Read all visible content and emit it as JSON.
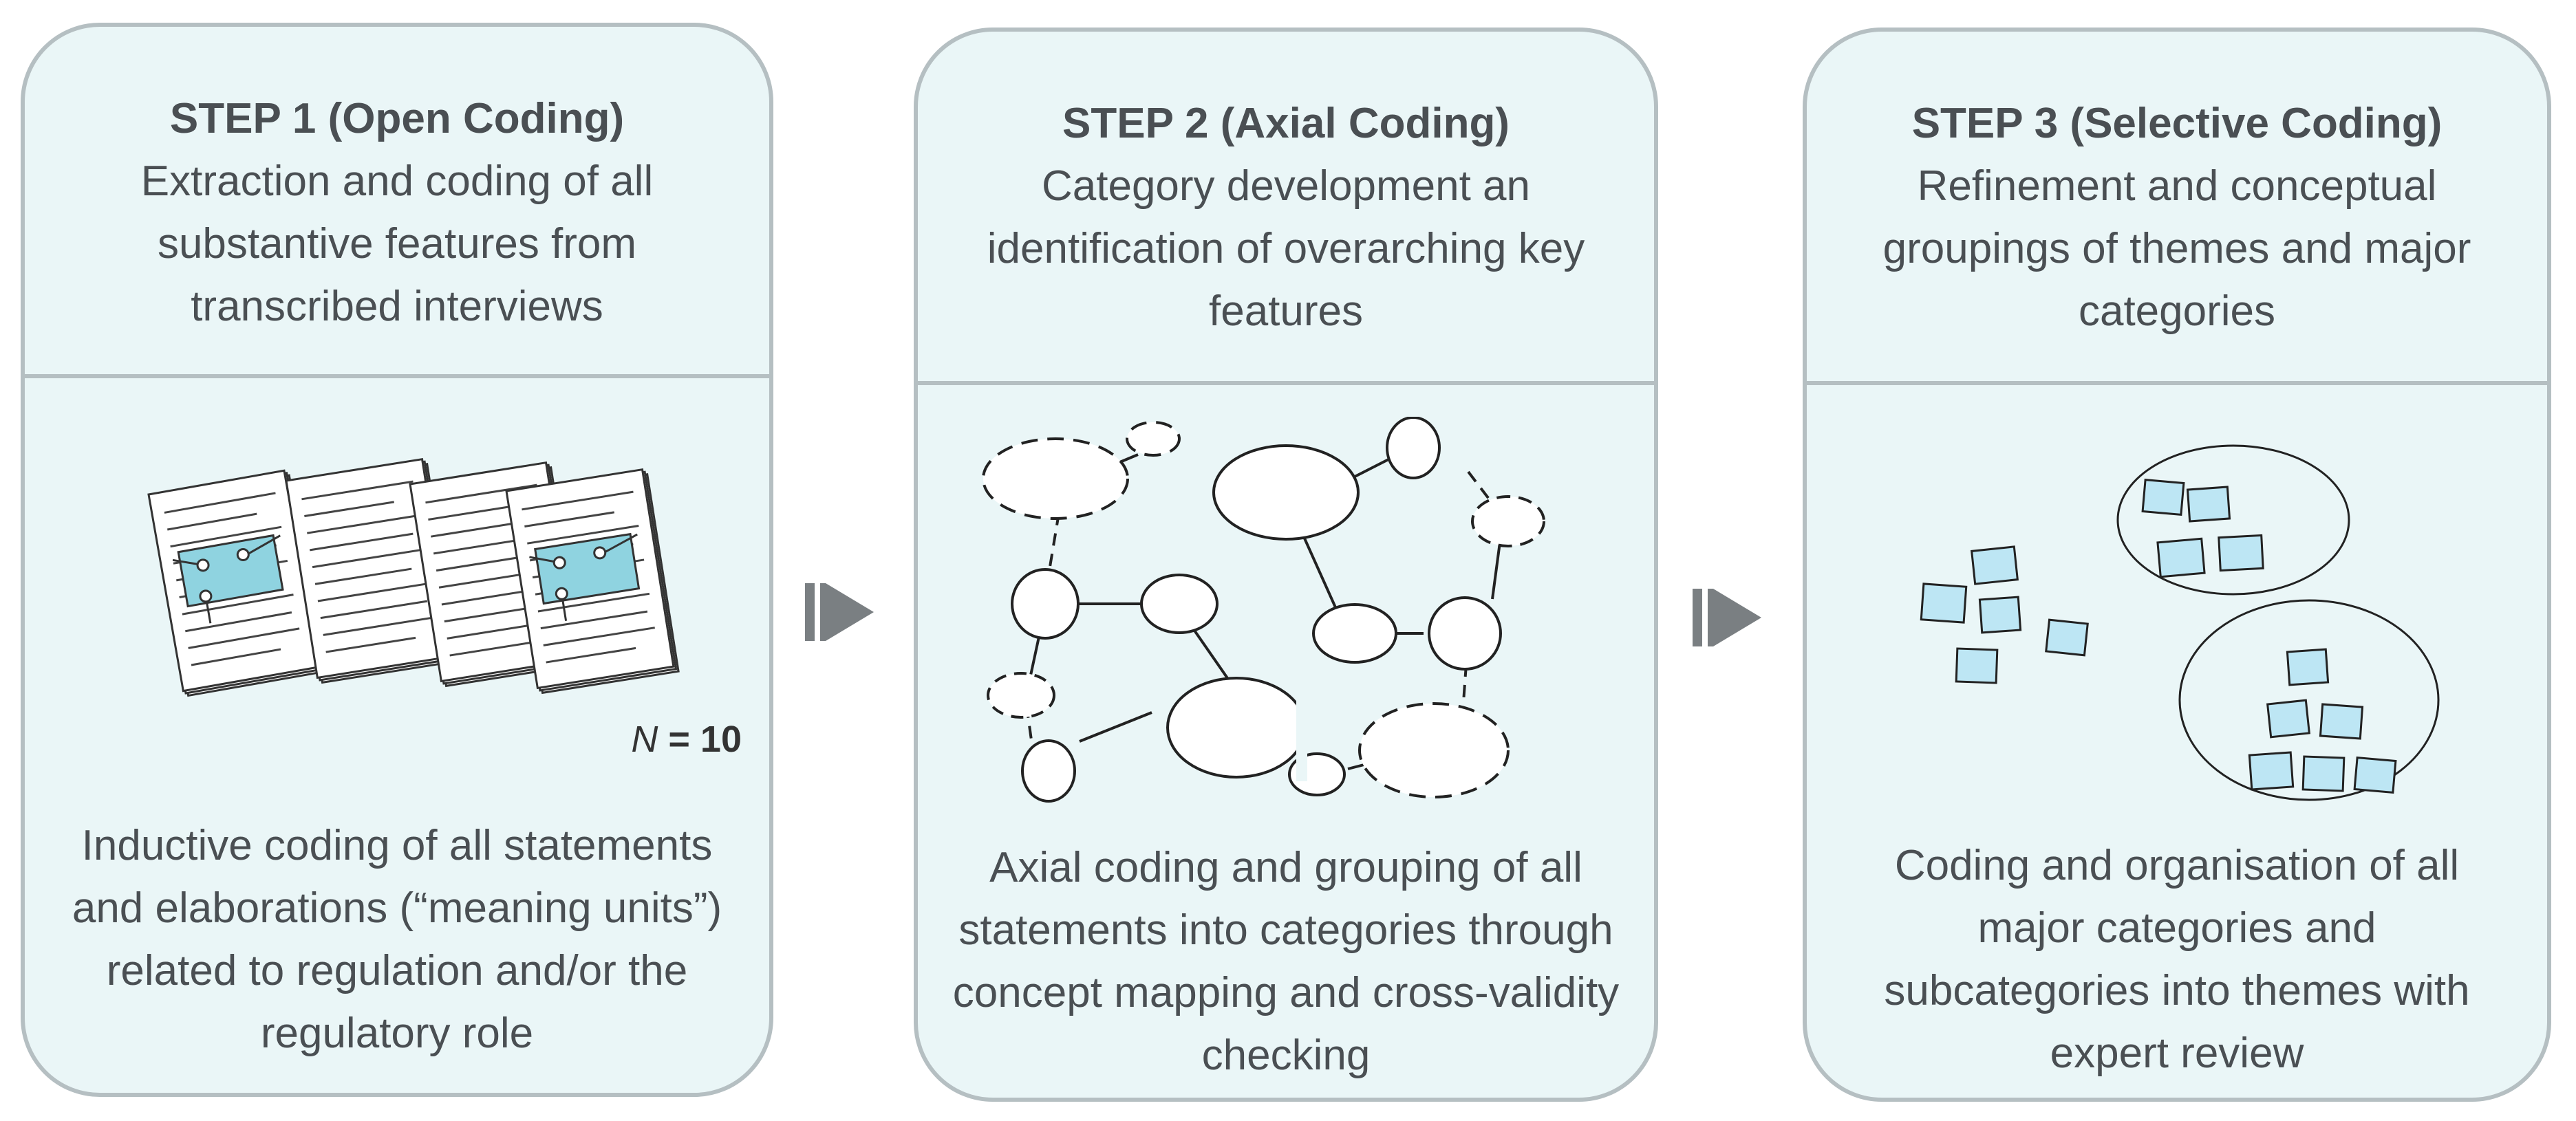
{
  "steps": [
    {
      "title": "STEP 1 (Open Coding)",
      "description": "Extraction and coding of all substantive features from transcribed interviews",
      "sample_label_var": "N",
      "sample_label_rest": " = 10",
      "details": "Inductive coding of all statements and elaborations (“meaning units”) related to regulation and/or the regulatory role"
    },
    {
      "title": "STEP 2 (Axial Coding)",
      "description": "Category development an identification of overarching key features",
      "details": "Axial coding and grouping of all statements into categories through concept mapping and cross-validity checking"
    },
    {
      "title": "STEP 3 (Selective Coding)",
      "description": "Refinement and conceptual groupings of themes and major categories",
      "details": "Coding and organisation of all major categories and subcategories into themes with expert review"
    }
  ],
  "colors": {
    "panel_fill": "#eaf6f7",
    "panel_border": "#b5bfc2",
    "text": "#4a4f53",
    "highlight": "#8fd3e0",
    "note_fill": "#bde6f4",
    "arrow": "#7a7f82"
  },
  "icons": {
    "documents": "transcript-documents-icon",
    "arrow": "play-arrow-icon",
    "concept_map": "concept-map-diagram",
    "sticky_notes": "sticky-notes-icon"
  }
}
